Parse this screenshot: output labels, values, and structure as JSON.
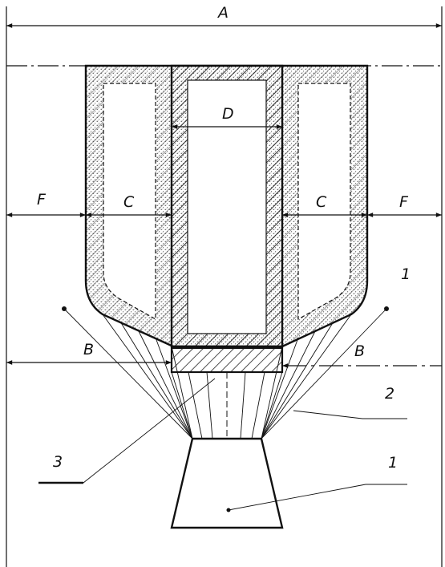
{
  "dimensions": {
    "A": "A",
    "B_left": "B",
    "B_right": "B",
    "C_left": "C",
    "C_right": "C",
    "D": "D",
    "F_left": "F",
    "F_right": "F"
  },
  "callouts": {
    "one_upper": "1",
    "two": "2",
    "three": "3",
    "one_lower": "1"
  }
}
